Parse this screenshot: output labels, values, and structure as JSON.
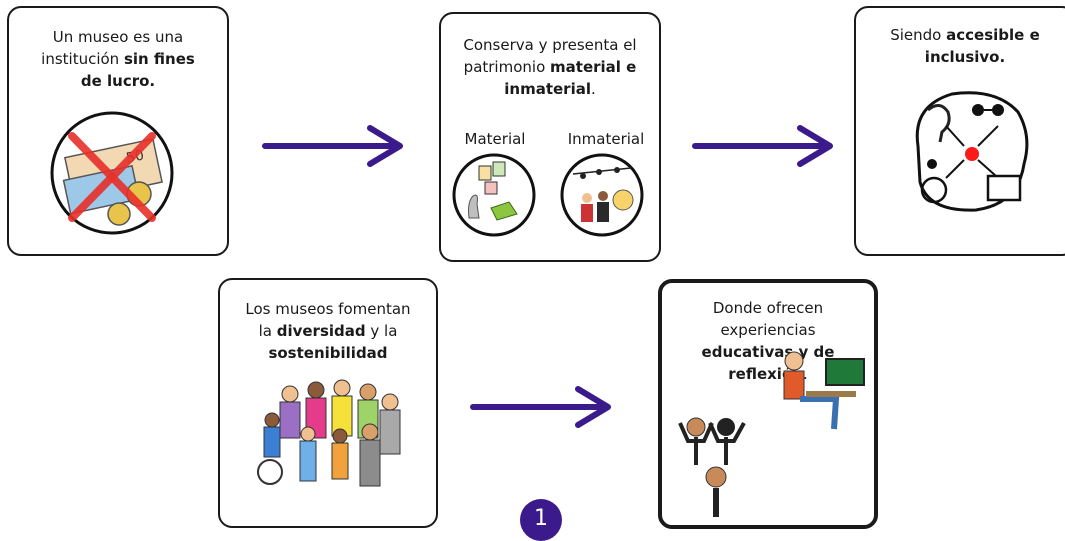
{
  "cards": {
    "museo": {
      "pre": "Un museo es una institución ",
      "bold": "sin fines de lucro.",
      "post": ""
    },
    "conserva": {
      "pre": "Conserva y presenta el patrimonio ",
      "bold": "material e inmaterial",
      "post": "."
    },
    "accesible": {
      "pre": "Siendo ",
      "bold": "accesible e inclusivo.",
      "post": ""
    },
    "diversidad": {
      "pre": "Los museos fomentan la ",
      "bold1": "diversidad",
      "mid": " y la ",
      "bold2": "sostenibilidad"
    },
    "educativas": {
      "pre": "Donde ofrecen experiencias ",
      "bold": "educativas y de reflexión",
      "post": "."
    }
  },
  "labels": {
    "material": "Material",
    "inmaterial": "Inmaterial"
  },
  "money": {
    "note_value": "50"
  },
  "page_number": "1",
  "colors": {
    "arrow": "#3b1a8c",
    "badge": "#3b1a8c",
    "accent_red": "#e8302a"
  }
}
